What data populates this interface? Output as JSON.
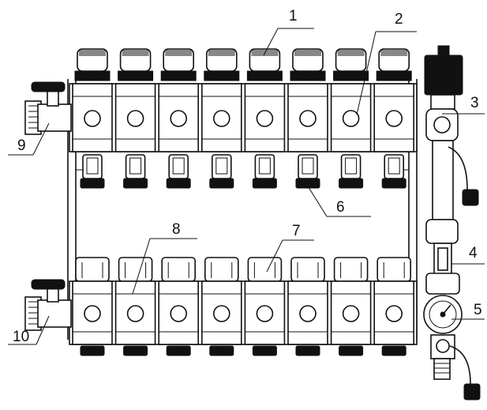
{
  "diagram": {
    "callouts": [
      {
        "id": "c1",
        "text": "1"
      },
      {
        "id": "c2",
        "text": "2"
      },
      {
        "id": "c3",
        "text": "3"
      },
      {
        "id": "c4",
        "text": "4"
      },
      {
        "id": "c5",
        "text": "5"
      },
      {
        "id": "c6",
        "text": "6"
      },
      {
        "id": "c7",
        "text": "7"
      },
      {
        "id": "c8",
        "text": "8"
      },
      {
        "id": "c9",
        "text": "9"
      },
      {
        "id": "c10",
        "text": "10"
      }
    ],
    "port_count": 8
  }
}
